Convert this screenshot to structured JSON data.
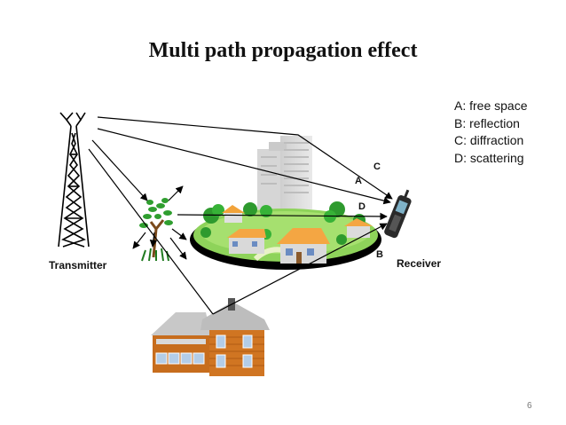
{
  "title": "Multi path propagation effect",
  "legend": [
    "A: free space",
    "B: reflection",
    "C: diffraction",
    "D: scattering"
  ],
  "labels": {
    "transmitter": "Transmitter",
    "receiver": "Receiver",
    "path_a": "A",
    "path_b": "B",
    "path_c": "C",
    "path_d": "D"
  },
  "page_number": "6"
}
